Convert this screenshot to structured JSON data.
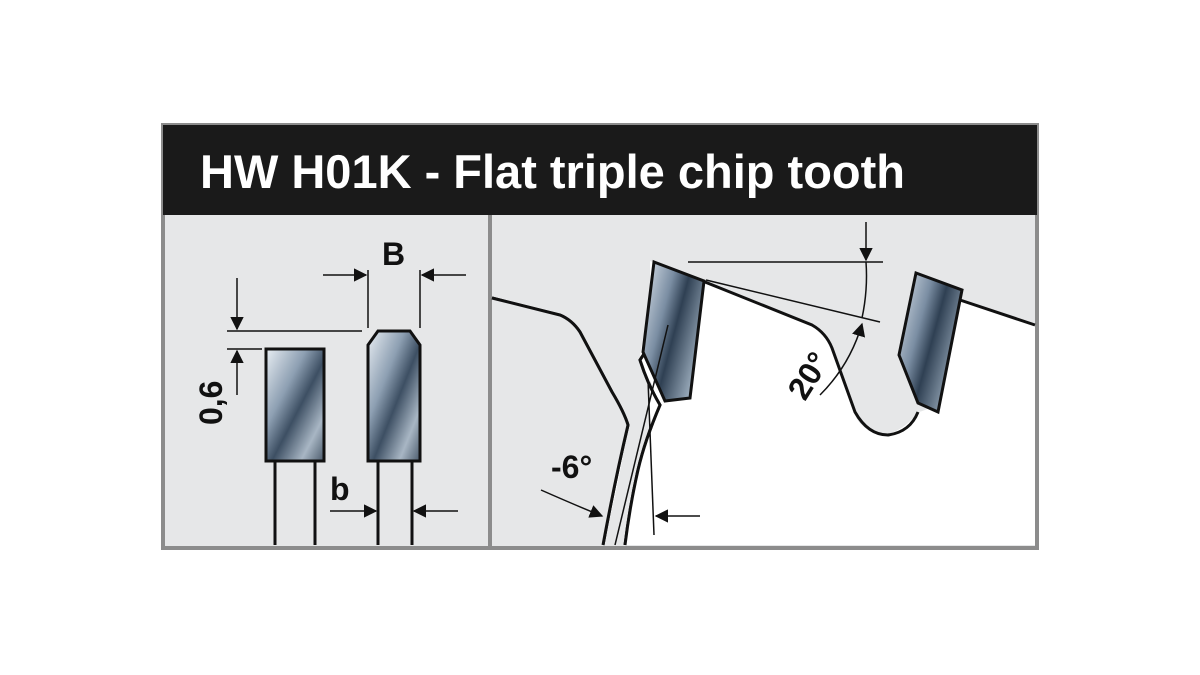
{
  "title": "HW H01K - Flat triple chip tooth",
  "labels": {
    "width_B": "B",
    "width_b": "b",
    "offset": "0,6",
    "hook_angle": "-6°",
    "clearance_angle": "20°"
  },
  "colors": {
    "header_bg": "#1a1a1a",
    "panel_bg": "#e6e7e8",
    "frame": "#8c8c8c",
    "line": "#111111"
  }
}
